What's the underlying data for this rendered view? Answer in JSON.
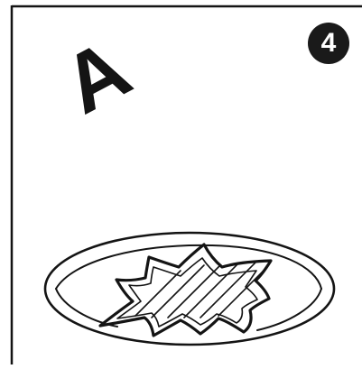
{
  "step": {
    "number": "4"
  },
  "letter_mark": {
    "text": "A"
  },
  "colors": {
    "ink": "#141414",
    "paper": "#ffffff"
  },
  "icons": {
    "illustration": "plate-with-spiky-blob-illustration"
  }
}
